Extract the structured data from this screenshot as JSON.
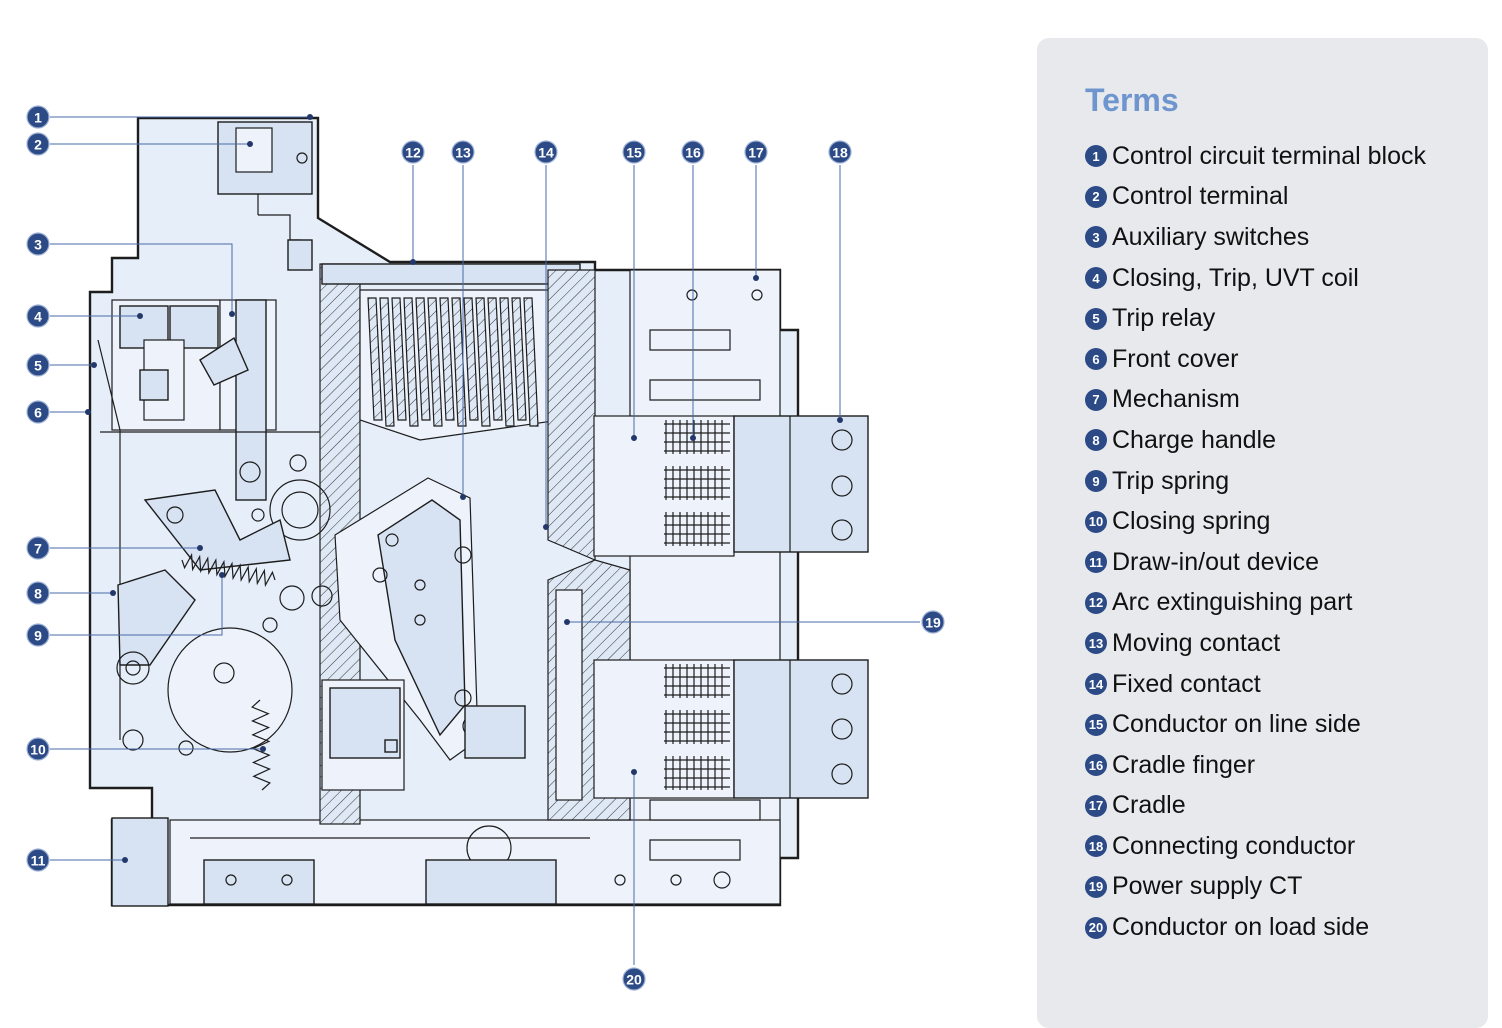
{
  "terms": {
    "title": "Terms",
    "items": [
      {
        "num": "1",
        "label": "Control circuit terminal block"
      },
      {
        "num": "2",
        "label": "Control terminal"
      },
      {
        "num": "3",
        "label": "Auxiliary switches"
      },
      {
        "num": "4",
        "label": "Closing, Trip, UVT coil"
      },
      {
        "num": "5",
        "label": "Trip relay"
      },
      {
        "num": "6",
        "label": "Front cover"
      },
      {
        "num": "7",
        "label": "Mechanism"
      },
      {
        "num": "8",
        "label": "Charge handle"
      },
      {
        "num": "9",
        "label": "Trip spring"
      },
      {
        "num": "10",
        "label": "Closing spring"
      },
      {
        "num": "11",
        "label": "Draw-in/out device"
      },
      {
        "num": "12",
        "label": "Arc extinguishing part"
      },
      {
        "num": "13",
        "label": "Moving contact"
      },
      {
        "num": "14",
        "label": "Fixed contact"
      },
      {
        "num": "15",
        "label": "Conductor on line side"
      },
      {
        "num": "16",
        "label": "Cradle finger"
      },
      {
        "num": "17",
        "label": "Cradle"
      },
      {
        "num": "18",
        "label": "Connecting conductor"
      },
      {
        "num": "19",
        "label": "Power supply CT"
      },
      {
        "num": "20",
        "label": "Conductor on load side"
      }
    ]
  },
  "callouts": [
    "1",
    "2",
    "3",
    "4",
    "5",
    "6",
    "7",
    "8",
    "9",
    "10",
    "11",
    "12",
    "13",
    "14",
    "15",
    "16",
    "17",
    "18",
    "19",
    "20"
  ],
  "colors": {
    "badge": "#2c4a86",
    "title": "#6f95cf",
    "panel": "#e8e9ed",
    "body": "#e6eef9"
  }
}
